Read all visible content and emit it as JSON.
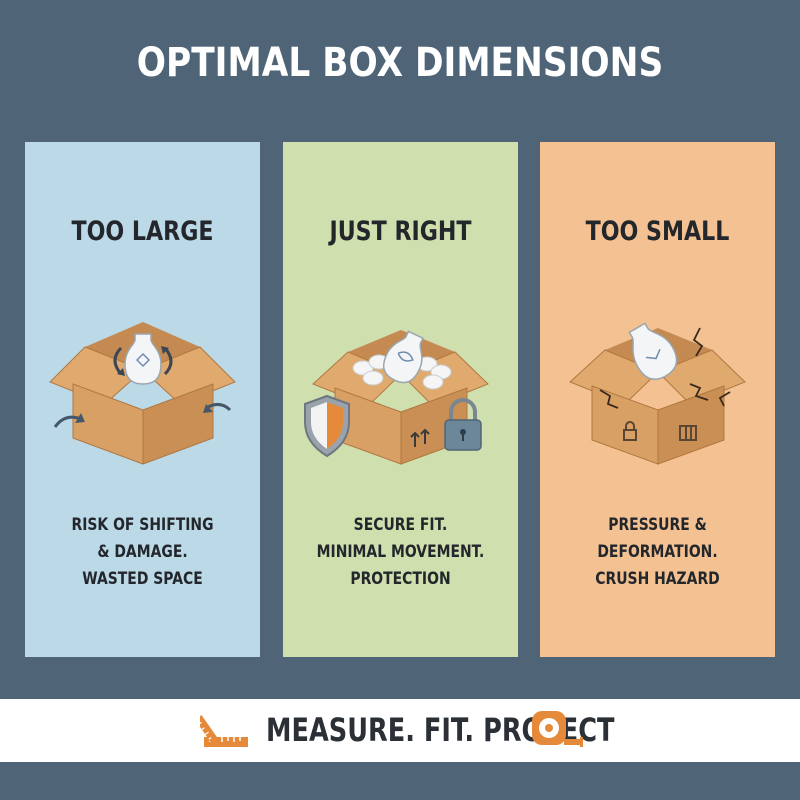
{
  "title": "OPTIMAL BOX DIMENSIONS",
  "panels": [
    {
      "heading": "TOO LARGE",
      "lines": [
        "RISK OF SHIFTING",
        "& DAMAGE.",
        "WASTED SPACE"
      ],
      "background": "#bcd9e8"
    },
    {
      "heading": "JUST RIGHT",
      "lines": [
        "SECURE FIT.",
        "MINIMAL MOVEMENT.",
        "PROTECTION"
      ],
      "background": "#cfdfae"
    },
    {
      "heading": "TOO SMALL",
      "lines": [
        "PRESSURE &",
        "DEFORMATION.",
        "CRUSH HAZARD"
      ],
      "background": "#f4c292"
    }
  ],
  "footer": {
    "text": "MEASURE. FIT. PROTECT",
    "icons": [
      "ruler-icon",
      "tape-measure-icon"
    ]
  },
  "colors": {
    "background": "#4f6577",
    "box": "#d9a066",
    "accent": "#e58a3a"
  }
}
